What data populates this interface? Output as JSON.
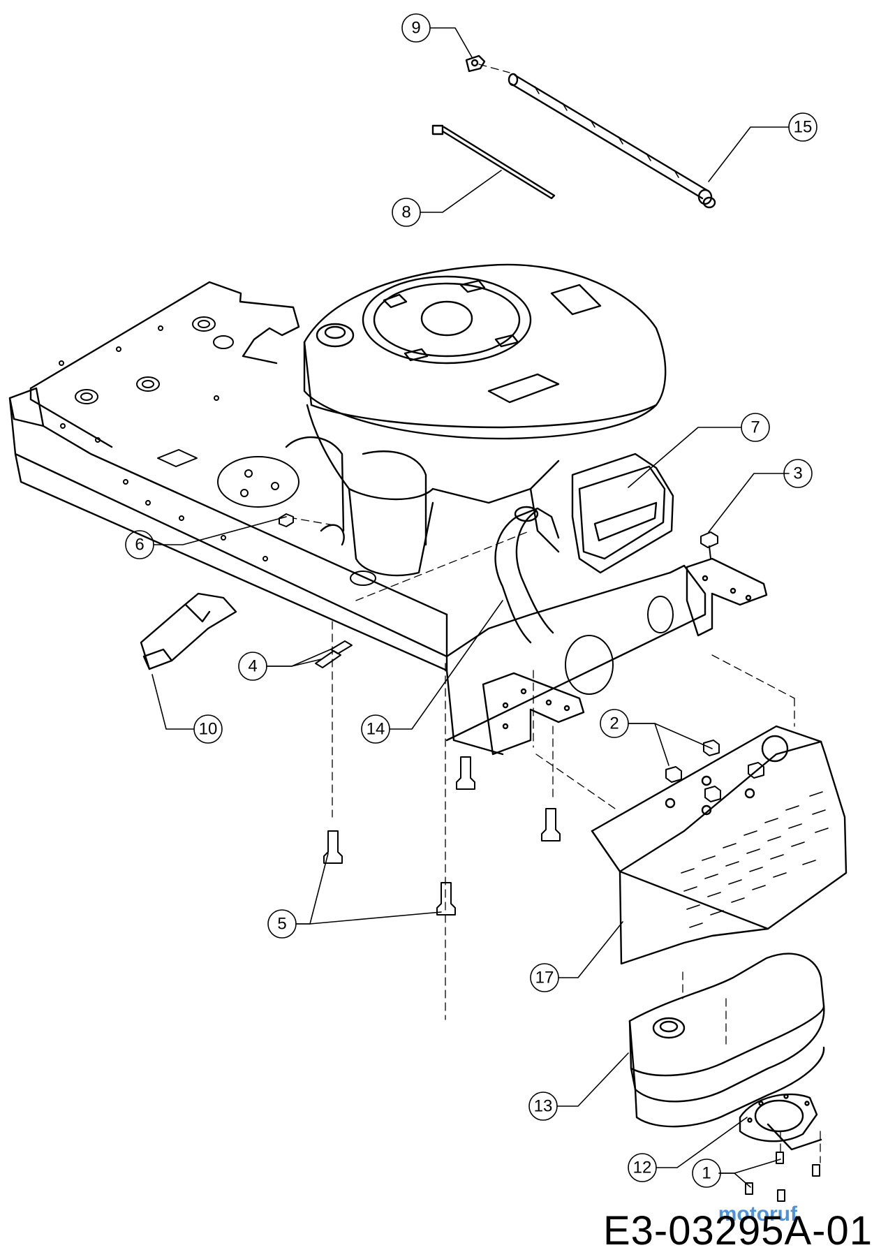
{
  "diagram": {
    "reference_code": "E3-03295A-01",
    "watermark": "motoruf",
    "callouts": [
      "1",
      "2",
      "3",
      "4",
      "5",
      "6",
      "7",
      "8",
      "9",
      "10",
      "12",
      "13",
      "14",
      "15",
      "17"
    ]
  },
  "colors": {
    "line": "#000000",
    "background": "#ffffff",
    "watermark": "#2f7fd6"
  }
}
